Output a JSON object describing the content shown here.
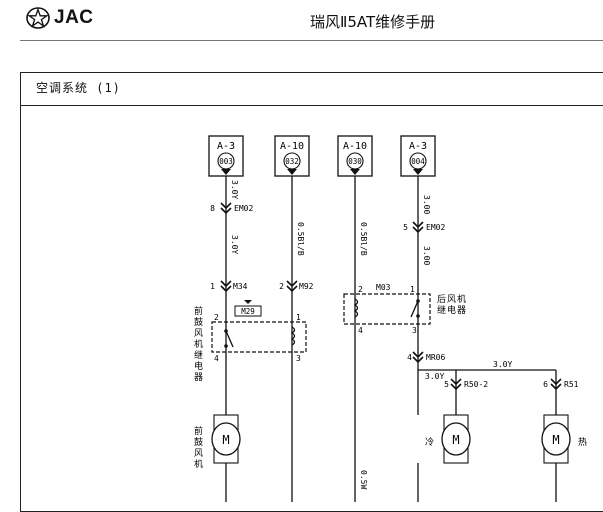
{
  "header": {
    "logo_text": "JAC",
    "manual_title": "瑞风Ⅱ5AT维修手册"
  },
  "section_title": "空调系统 (1)",
  "connectors_top": [
    {
      "id": "A-3",
      "pin": "003"
    },
    {
      "id": "A-10",
      "pin": "032"
    },
    {
      "id": "A-10",
      "pin": "030"
    },
    {
      "id": "A-3",
      "pin": "004"
    }
  ],
  "wires": {
    "w1_top": "3.0Y",
    "w1_bottom": "3.0Y",
    "w2": "0.5Bl/B",
    "w3": "0.5Bl/B",
    "w4_top": "3.00",
    "w4_bottom": "3.00",
    "w3_bottom": "0.5W",
    "branch": "3.0Y",
    "branch_left": "3.0Y"
  },
  "inline_connectors": {
    "em02_left_pin": "8",
    "em02_left": "EM02",
    "em02_right_pin": "5",
    "em02_right": "EM02",
    "m34_pin": "1",
    "m34": "M34",
    "m92_pin": "2",
    "m92": "M92",
    "mr06_pin": "4",
    "mr06": "MR06",
    "r50_pin": "5",
    "r50": "R50-2",
    "r51_pin": "6",
    "r51": "R51"
  },
  "front_relay": {
    "label": "前鼓风机继电器",
    "connector": "M29",
    "pin_tl": "2",
    "pin_tr": "1",
    "pin_bl": "4",
    "pin_br": "3"
  },
  "rear_relay": {
    "label": "后风机继电器",
    "connector": "M03",
    "pin_tl": "2",
    "pin_tr": "1",
    "pin_bl": "4",
    "pin_br": "3"
  },
  "motors": {
    "front_label": "前鼓风机",
    "symbol": "M",
    "cold_label": "冷",
    "hot_label": "热"
  }
}
